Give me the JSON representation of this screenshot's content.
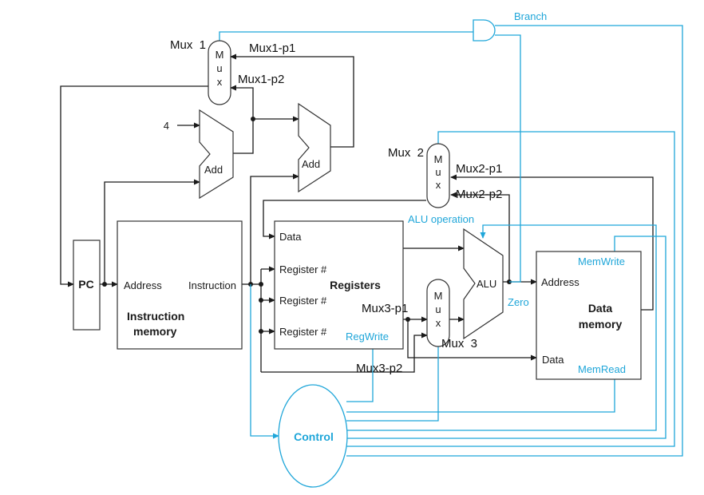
{
  "blocks": {
    "pc": "PC",
    "instruction_memory": {
      "address": "Address",
      "instruction": "Instruction",
      "title_line1": "Instruction",
      "title_line2": "memory"
    },
    "registers": {
      "data": "Data",
      "register1": "Register #",
      "register2": "Register #",
      "register3": "Register #",
      "title": "Registers",
      "regwrite": "RegWrite"
    },
    "data_memory": {
      "memwrite": "MemWrite",
      "address": "Address",
      "title_line1": "Data",
      "title_line2": "memory",
      "data": "Data",
      "memread": "MemRead"
    },
    "add1": "Add",
    "add2": "Add",
    "alu": "ALU",
    "constant_four": "4",
    "control": "Control",
    "mux_letters": [
      "M",
      "u",
      "x"
    ]
  },
  "labels": {
    "branch": "Branch",
    "alu_operation": "ALU operation",
    "zero": "Zero",
    "mux1": "Mux  1",
    "mux1_p1": "Mux1-p1",
    "mux1_p2": "Mux1-p2",
    "mux2": "Mux  2",
    "mux2_p1": "Mux2-p1",
    "mux2_p2": "Mux2-p2",
    "mux3": "Mux  3",
    "mux3_p1": "Mux3-p1",
    "mux3_p2": "Mux3-p2"
  },
  "colors": {
    "control_signal": "#1fa6d9",
    "datapath": "#1a1a1a"
  }
}
